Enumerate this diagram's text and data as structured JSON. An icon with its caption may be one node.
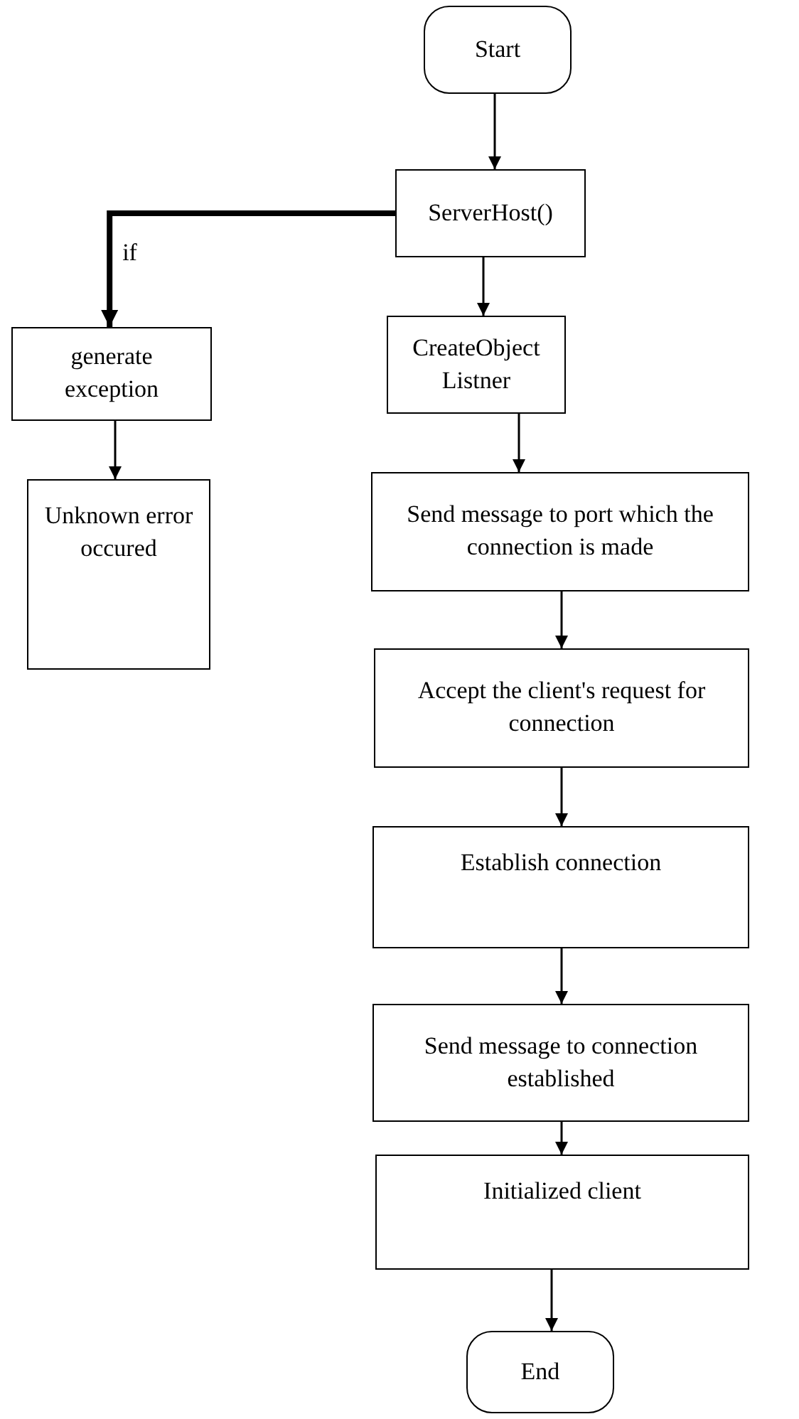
{
  "diagram": {
    "nodes": [
      {
        "text": [
          "Start"
        ]
      },
      {
        "text": [
          "ServerHost()"
        ]
      },
      {
        "text": [
          "CreateObject Listner"
        ]
      },
      {
        "text": [
          "Send message to port which the connection is made"
        ]
      },
      {
        "text": [
          "Accept the client's request for connection"
        ]
      },
      {
        "text": [
          "Establish connection"
        ]
      },
      {
        "text": [
          "Send message to connection established"
        ]
      },
      {
        "text": [
          "Initialized client"
        ]
      },
      {
        "text": [
          "End"
        ]
      },
      {
        "text": [
          "generate exception"
        ]
      },
      {
        "text": [
          "Unknown error occured"
        ]
      }
    ],
    "edges": [
      {
        "from": 0,
        "to": 1,
        "arrow": "to"
      },
      {
        "from": 1,
        "to": 2,
        "arrow": "to"
      },
      {
        "from": 2,
        "to": 3,
        "arrow": "to"
      },
      {
        "from": 3,
        "to": 4,
        "arrow": "to"
      },
      {
        "from": 4,
        "to": 5,
        "arrow": "to"
      },
      {
        "from": 5,
        "to": 6,
        "arrow": "to"
      },
      {
        "from": 6,
        "to": 7,
        "arrow": "to"
      },
      {
        "from": 7,
        "to": 8,
        "arrow": "to"
      },
      {
        "from": 1,
        "to": 9,
        "arrow": "to",
        "label": "if",
        "style": "thick"
      },
      {
        "from": 9,
        "to": 10,
        "arrow": "to"
      }
    ]
  }
}
